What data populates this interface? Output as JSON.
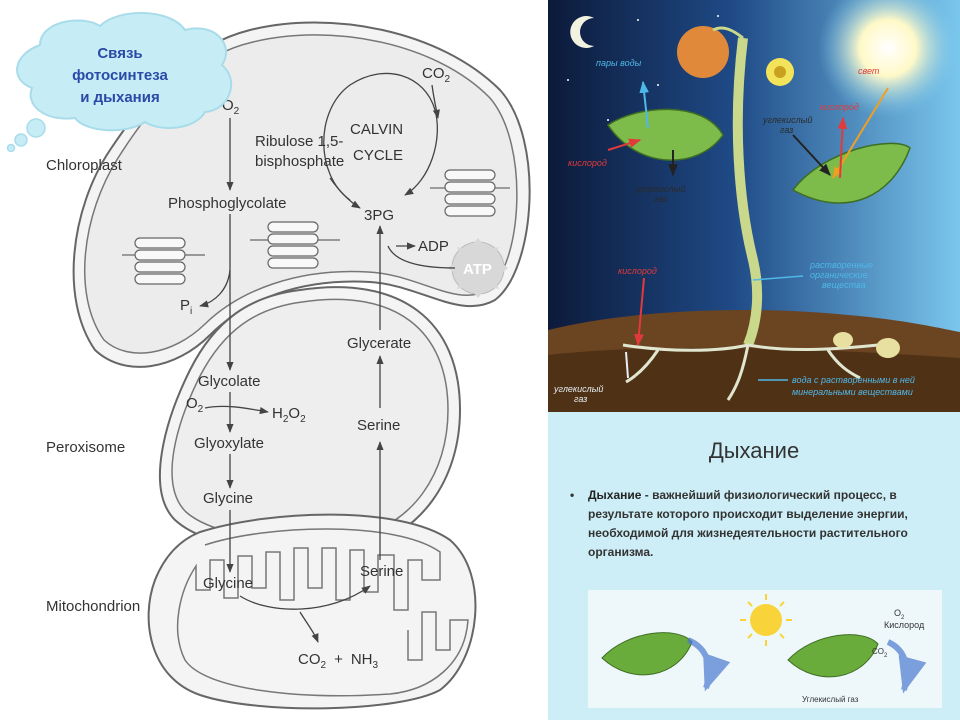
{
  "cloud": {
    "line1": "Связь",
    "line2": "фотосинтеза",
    "line3": "и дыхания"
  },
  "diagram": {
    "organelles": {
      "chloroplast": "Chloroplast",
      "peroxisome": "Peroxisome",
      "mitochondrion": "Mitochondrion"
    },
    "co2_top": "CO",
    "co2_top_sub": "2",
    "o2_top": "O",
    "o2_top_sub": "2",
    "rubp_line1": "Ribulose 1,5-",
    "rubp_line2": "bisphosphate",
    "calvin_line1": "CALVIN",
    "calvin_line2": "CYCLE",
    "phosphoglycolate": "Phosphoglycolate",
    "pga": "3PG",
    "adp": "ADP",
    "atp": "ATP",
    "pi": "P",
    "pi_sub": "i",
    "glycolate": "Glycolate",
    "o2_mid": "O",
    "o2_mid_sub": "2",
    "h2o2_a": "H",
    "h2o2_sub1": "2",
    "h2o2_b": "O",
    "h2o2_sub2": "2",
    "glyoxylate": "Glyoxylate",
    "glycine_perox": "Glycine",
    "glycerate": "Glycerate",
    "serine_perox": "Serine",
    "glycine_mito": "Glycine",
    "serine_mito": "Serine",
    "co2_bottom": "CO",
    "co2_bottom_sub": "2",
    "plus": "+",
    "nh3": "NH",
    "nh3_sub": "3"
  },
  "plant": {
    "water_vapor": "пары воды",
    "light": "свет",
    "oxygen_top": "кислород",
    "co2_right_1": "углекислый",
    "co2_right_2": "газ",
    "oxygen_left": "кислород",
    "co2_left_1": "углекислый",
    "co2_left_2": "газ",
    "dissolved_1": "растворенные",
    "dissolved_2": "органические",
    "dissolved_3": "вещества",
    "oxygen_root": "кислород",
    "co2_root_1": "углекислый",
    "co2_root_2": "газ",
    "water_1": "вода с растворенными в ней",
    "water_2": "минеральными веществами"
  },
  "respiration": {
    "title": "Дыхание",
    "bullet": "•",
    "term": "Дыхание",
    "text": " - важнейший физиологический процесс, в результате которого происходит выделение энергии, необходимой для жизнедеятельности растительного организма.",
    "leaf_o2": "O",
    "leaf_o2_sub": "2",
    "leaf_oxygen": "Кислород",
    "leaf_co2": "CO",
    "leaf_co2_sub": "2",
    "leaf_co2_caption": "Углекислый газ"
  },
  "colors": {
    "cloud_fill": "#c6ecf6",
    "cloud_text": "#2a4aa6",
    "night_sky": "#0d1b3a",
    "soil": "#6b4421",
    "leaf": "#7dbb4a",
    "resp_bg": "#cdeef6"
  }
}
